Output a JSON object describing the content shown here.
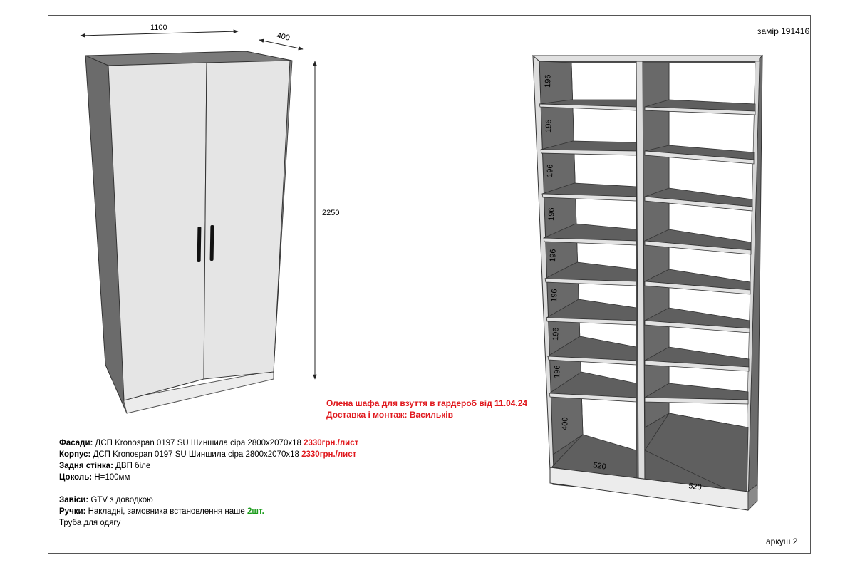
{
  "header": {
    "measurement": "замір 191416"
  },
  "footer": {
    "sheet": "аркуш 2"
  },
  "dimensions": {
    "width": "1100",
    "depth": "400",
    "height": "2250",
    "shelf_gaps": [
      "196",
      "196",
      "196",
      "196",
      "196",
      "196",
      "196",
      "196"
    ],
    "bottom_gap": "400",
    "compartment_left": "520",
    "compartment_right": "520"
  },
  "order": {
    "title": "Олена шафа для взуття в гардероб від 11.04.24",
    "delivery": "Доставка і монтаж: Васильків"
  },
  "specs": {
    "facades": {
      "label": "Фасади:",
      "text": "ДСП Kronospan 0197 SU Шиншила сіра 2800х2070х18",
      "price": "2330грн./лист"
    },
    "body": {
      "label": "Корпус:",
      "text": "ДСП Kronospan 0197 SU Шиншила сіра 2800х2070х18",
      "price": "2330грн./лист"
    },
    "back": {
      "label": "Задня стінка:",
      "text": " ДВП біле"
    },
    "plinth": {
      "label": "Цоколь:",
      "text": "Н=100мм"
    },
    "hinges": {
      "label": "Завіси:",
      "text": "GTV з доводкою"
    },
    "handles": {
      "label": "Ручки:",
      "text": "Накладні, замовника встановлення наше",
      "count": "2шт."
    },
    "rail": {
      "text": "Труба для одягу"
    }
  },
  "colors": {
    "panel": "#6b6b6b",
    "shelf": "#626262",
    "edge": "#d6d6d6",
    "door": "#e5e5e5",
    "plinth": "#ececec",
    "accent": "#e0191e",
    "green": "#1a9b1a"
  }
}
